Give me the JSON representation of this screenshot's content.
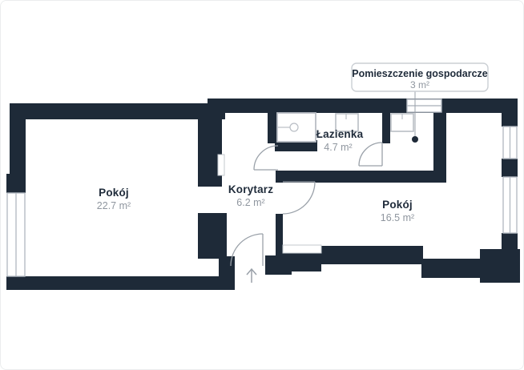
{
  "document": {
    "kind": "apartment-floor-plan",
    "language": "pl"
  },
  "rooms": [
    {
      "id": "room-left",
      "name": "Pokój",
      "area": "22.7 m²"
    },
    {
      "id": "corridor",
      "name": "Korytarz",
      "area": "6.2 m²"
    },
    {
      "id": "bathroom",
      "name": "Łazienka",
      "area": "4.7 m²"
    },
    {
      "id": "room-right",
      "name": "Pokój",
      "area": "16.5 m²"
    }
  ],
  "callout": {
    "title": "Pomieszczenie gospodarcze",
    "area": "3 m²"
  },
  "icons": {
    "shower": "shower-tray-with-drain",
    "sink": "washbasin",
    "washer": "appliance",
    "entrance_arrow": "arrow-up"
  },
  "colors": {
    "wall": "#1e2a38",
    "room_name_text": "#1f2b3a",
    "area_text": "#8f969f",
    "door_stroke": "#9aa1a9",
    "fixture_stroke": "#b9bec5",
    "callout_border": "#cbcfd4",
    "background": "#ffffff"
  }
}
